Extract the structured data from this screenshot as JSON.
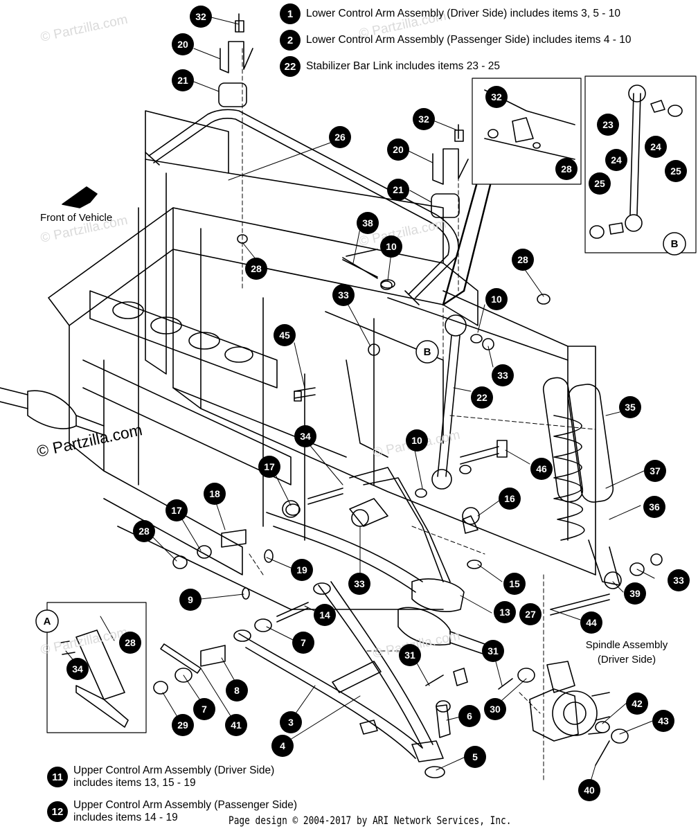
{
  "legend_top": [
    {
      "num": "1",
      "text": "Lower Control Arm Assembly (Driver Side) includes items 3, 5 - 10"
    },
    {
      "num": "2",
      "text": "Lower Control Arm Assembly (Passenger Side) includes items 4 - 10"
    },
    {
      "num": "22",
      "text": "Stabilizer Bar Link includes items 23 - 25"
    }
  ],
  "legend_bottom": [
    {
      "num": "11",
      "line1": "Upper Control Arm Assembly (Driver Side)",
      "line2": "includes items 13, 15 - 19"
    },
    {
      "num": "12",
      "line1": "Upper Control Arm Assembly (Passenger Side)",
      "line2": "includes items 14 - 19"
    }
  ],
  "labels": {
    "front_of_vehicle": "Front of Vehicle",
    "spindle_line1": "Spindle Assembly",
    "spindle_line2": "(Driver Side)",
    "watermark_brand": "© Partzilla.com",
    "watermark_small": "© Partzilla.com",
    "detail_a": "A",
    "detail_b": "B",
    "footer": "Page design © 2004-2017 by ARI Network Services, Inc."
  },
  "callouts": [
    "32",
    "20",
    "21",
    "26",
    "32",
    "20",
    "21",
    "38",
    "10",
    "28",
    "33",
    "45",
    "10",
    "33",
    "22",
    "28",
    "35",
    "34",
    "10",
    "46",
    "37",
    "17",
    "18",
    "16",
    "36",
    "17",
    "28",
    "19",
    "15",
    "33",
    "33",
    "39",
    "9",
    "13",
    "14",
    "27",
    "7",
    "44",
    "28",
    "34",
    "8",
    "31",
    "31",
    "7",
    "29",
    "41",
    "3",
    "6",
    "30",
    "42",
    "43",
    "4",
    "5",
    "40",
    "32",
    "28",
    "23",
    "24",
    "24",
    "25",
    "25"
  ],
  "colors": {
    "badge": "#000000",
    "line": "#000000",
    "watermark": "#d9d9d9"
  }
}
